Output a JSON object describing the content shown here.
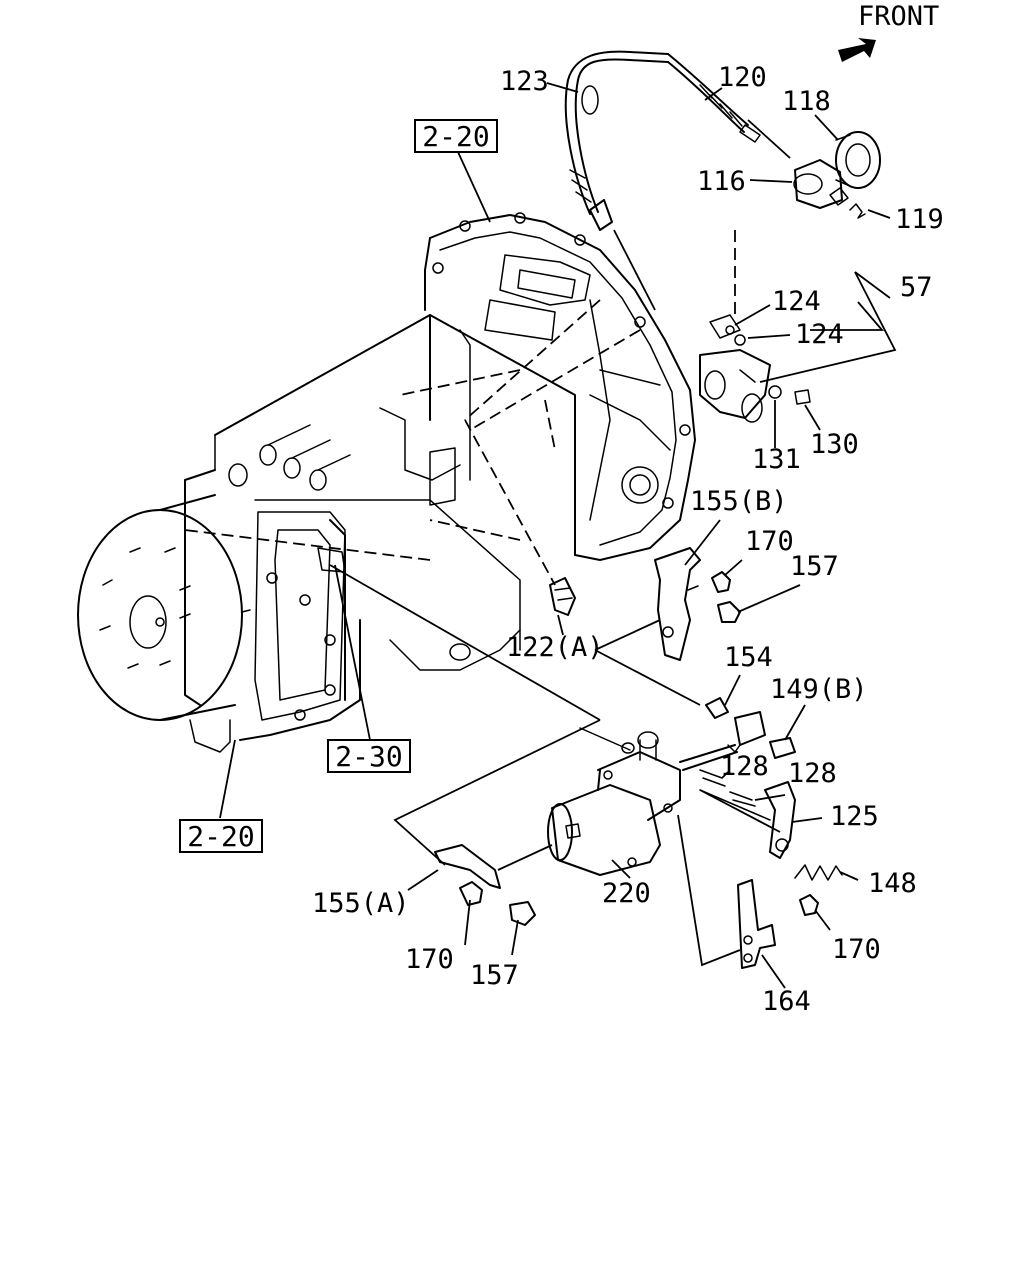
{
  "front_label": "FRONT",
  "ref_boxes": {
    "top": "2-20",
    "left": "2-30",
    "bottom": "2-20"
  },
  "callouts": {
    "p123": "123",
    "p120": "120",
    "p118": "118",
    "p116": "116",
    "p119": "119",
    "p124a": "124",
    "p124b": "124",
    "p57": "57",
    "p131": "131",
    "p130": "130",
    "p155b": "155(B)",
    "p170a": "170",
    "p157a": "157",
    "p122a": "122(A)",
    "p154": "154",
    "p149b": "149(B)",
    "p128a": "128",
    "p128b": "128",
    "p125": "125",
    "p148": "148",
    "p220": "220",
    "p155a": "155(A)",
    "p170b": "170",
    "p157b": "157",
    "p170c": "170",
    "p164": "164"
  }
}
